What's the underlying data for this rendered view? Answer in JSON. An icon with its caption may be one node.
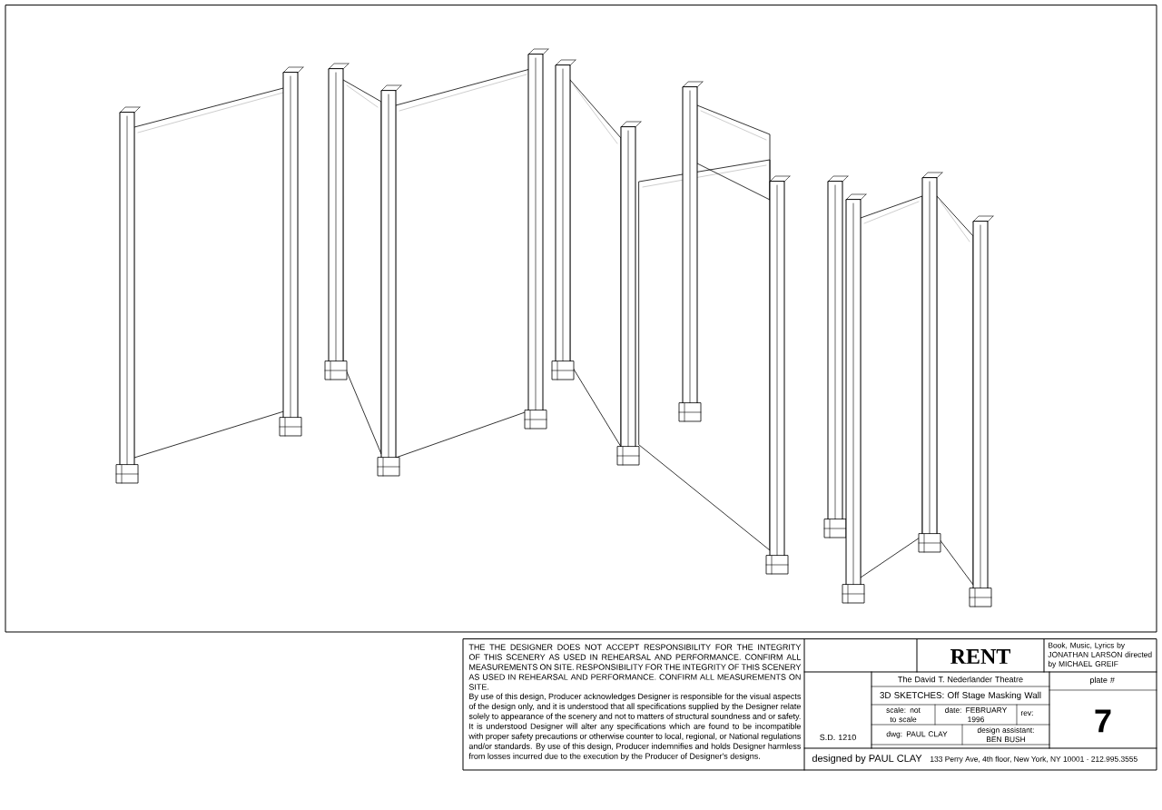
{
  "diagram": {
    "title": "RENT",
    "labels": [
      "THE THE DESIGNER DOES NOT ACCEPT RESPONSIBILITY FOR THE INTEGRITY OF THIS SCENERY AS USED IN REHEARSAL AND PERFORMANCE. CONFIRM ALL MEASUREMENTS ON SITE. RESPONSIBILITY FOR THE INTEGRITY OF THIS SCENERY AS USED IN REHEARSAL AND PERFORMANCE. CONFIRM ALL MEASUREMENTS ON SITE.",
      "By use of this design, Producer acknowledges Designer is responsible for the visual aspects of the design only, and it is understood that all specifications supplied by the Designer relate solely to appearance of the scenery and not to matters of structural soundness and or safety. It is understood Designer will alter any specifications which are found to be incompatible with proper safety precautions or otherwise counter to local, regional, or National regulations and/or standards. By use of this design, Producer indemnifies and holds Designer harmless from losses incurred due to the execution by the Producer of Designer's designs.",
      "Book, Music, Lyrics by JONATHAN LARSON directed by MICHAEL GREIF",
      "The David T. Nederlander Theatre",
      "3D SKETCHES: Off Stage Masking Wall",
      "scale: not to scale",
      "date: FEBRUARY 1996",
      "rev:",
      "plate #",
      "7",
      "dwg: PAUL CLAY",
      "design assistant: BEN BUSH",
      "S.D. 1210",
      "designed by PAUL CLAY",
      "133 Perry Ave, 4th floor, New York, NY 10001 · 212.995.3555"
    ]
  }
}
